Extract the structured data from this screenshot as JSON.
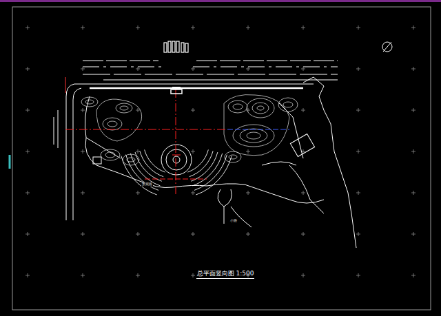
{
  "diagram": {
    "title": "总平面竖向图 1:500",
    "labels": [
      "景观路",
      "小路"
    ]
  }
}
